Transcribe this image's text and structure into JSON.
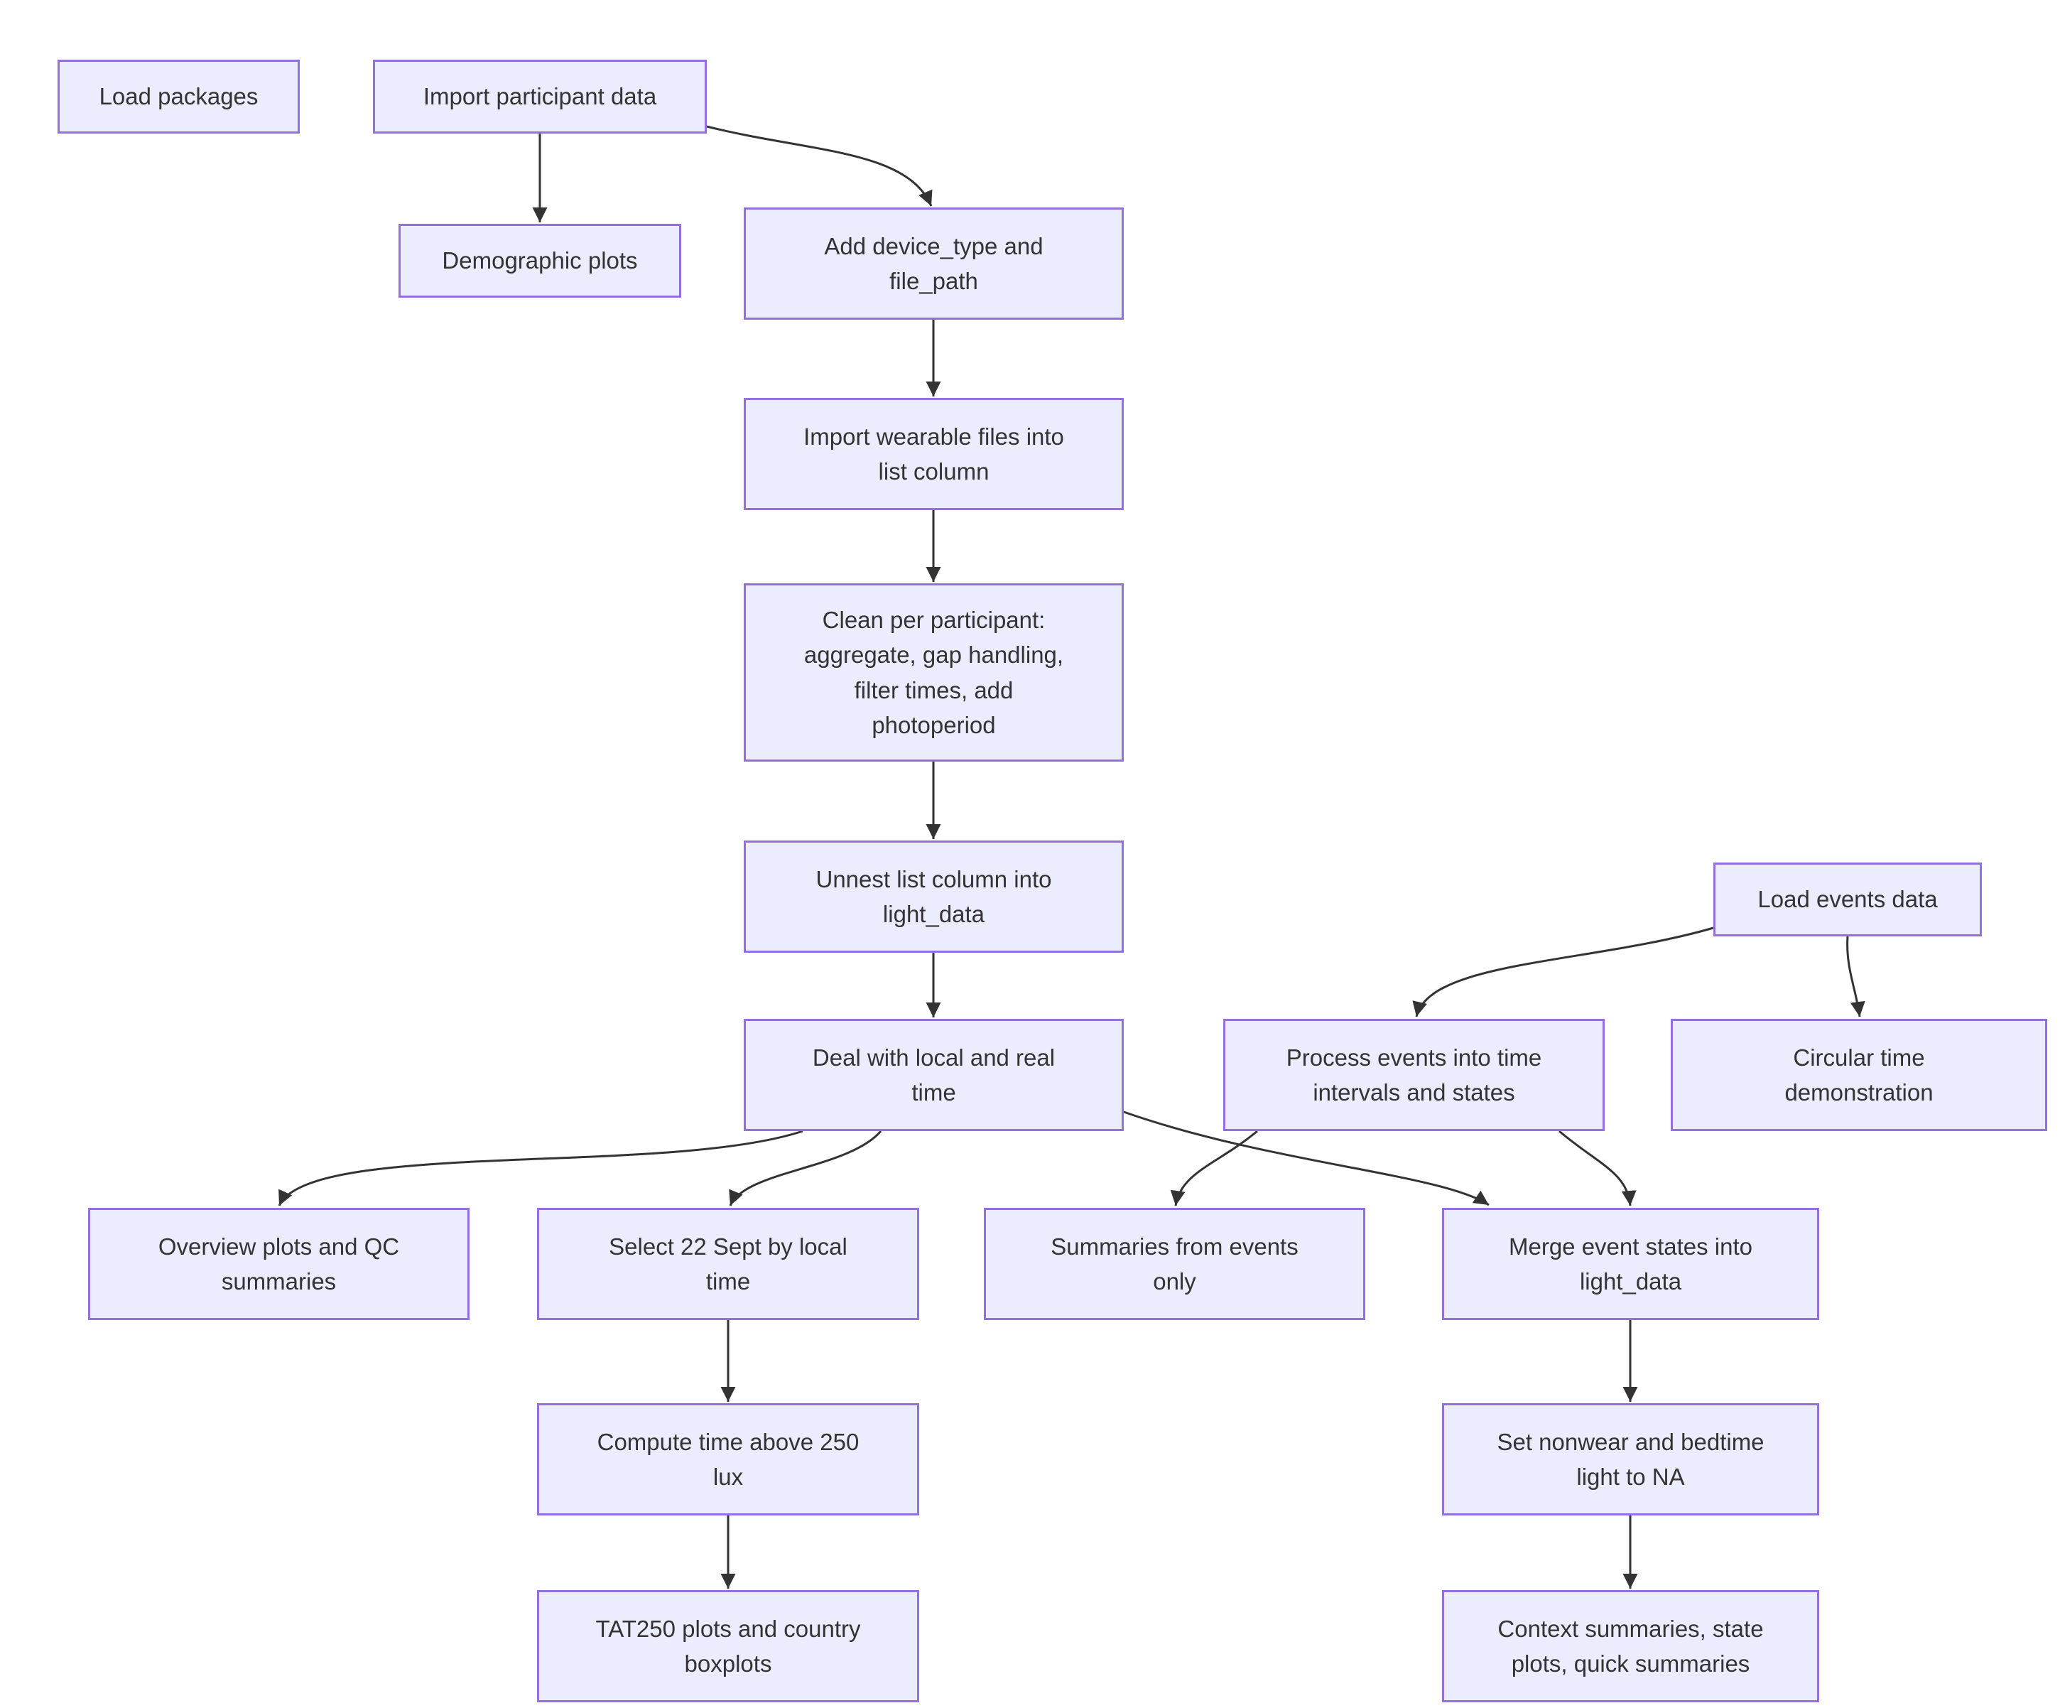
{
  "diagram": {
    "type": "flowchart",
    "colors": {
      "bg": "#ffffff",
      "node-fill": "#ECECFF",
      "node-border": "#9370DB",
      "edge-color": "#333333",
      "text-color": "#333333"
    },
    "nodes": [
      {
        "id": "load-packages",
        "label": "Load packages"
      },
      {
        "id": "import-participant",
        "label": "Import participant data"
      },
      {
        "id": "demographic-plots",
        "label": "Demographic plots"
      },
      {
        "id": "add-device",
        "label": "Add device_type and\nfile_path"
      },
      {
        "id": "import-wearable",
        "label": "Import wearable files into\nlist column"
      },
      {
        "id": "clean-participant",
        "label": "Clean per participant:\naggregate, gap handling,\nfilter times, add\nphotoperiod"
      },
      {
        "id": "unnest-list",
        "label": "Unnest list column into\nlight_data"
      },
      {
        "id": "local-real-time",
        "label": "Deal with local and real\ntime"
      },
      {
        "id": "load-events",
        "label": "Load events data"
      },
      {
        "id": "process-events",
        "label": "Process events into time\nintervals and states"
      },
      {
        "id": "circular-time",
        "label": "Circular time\ndemonstration"
      },
      {
        "id": "overview-qc",
        "label": "Overview plots and QC\nsummaries"
      },
      {
        "id": "select-sept",
        "label": "Select 22 Sept by local\ntime"
      },
      {
        "id": "summaries-events",
        "label": "Summaries from events\nonly"
      },
      {
        "id": "merge-states",
        "label": "Merge event states into\nlight_data"
      },
      {
        "id": "compute-tat250",
        "label": "Compute time above 250\nlux"
      },
      {
        "id": "set-nonwear-na",
        "label": "Set nonwear and bedtime\nlight to NA"
      },
      {
        "id": "tat250-plots",
        "label": "TAT250 plots and country\nboxplots"
      },
      {
        "id": "context-summaries",
        "label": "Context summaries, state\nplots, quick summaries"
      }
    ],
    "edges": [
      {
        "from": "import-participant",
        "to": "demographic-plots"
      },
      {
        "from": "import-participant",
        "to": "add-device"
      },
      {
        "from": "add-device",
        "to": "import-wearable"
      },
      {
        "from": "import-wearable",
        "to": "clean-participant"
      },
      {
        "from": "clean-participant",
        "to": "unnest-list"
      },
      {
        "from": "unnest-list",
        "to": "local-real-time"
      },
      {
        "from": "local-real-time",
        "to": "overview-qc"
      },
      {
        "from": "local-real-time",
        "to": "select-sept"
      },
      {
        "from": "local-real-time",
        "to": "merge-states"
      },
      {
        "from": "load-events",
        "to": "process-events"
      },
      {
        "from": "load-events",
        "to": "circular-time"
      },
      {
        "from": "process-events",
        "to": "summaries-events"
      },
      {
        "from": "process-events",
        "to": "merge-states"
      },
      {
        "from": "select-sept",
        "to": "compute-tat250"
      },
      {
        "from": "compute-tat250",
        "to": "tat250-plots"
      },
      {
        "from": "merge-states",
        "to": "set-nonwear-na"
      },
      {
        "from": "set-nonwear-na",
        "to": "context-summaries"
      }
    ]
  }
}
